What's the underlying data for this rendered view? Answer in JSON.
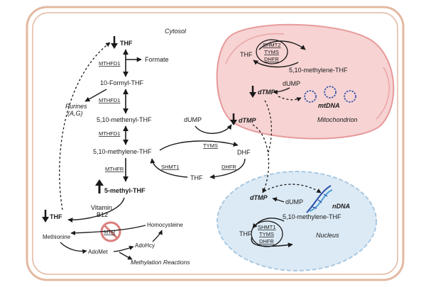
{
  "compartments": {
    "cytosol": "Cytosol",
    "mitochondrion": "Mitochondrion",
    "nucleus": "Nucleus"
  },
  "cytosol": {
    "thf_top": "THF",
    "formate": "Formate",
    "enz_mthfd1_a": "MTHFD1",
    "formyl_thf": "10-Formyl-THF",
    "purines_line1": "Purines",
    "purines_line2": "(A,G)",
    "enz_mthfd1_b": "MTHFD1",
    "methenyl_thf": "5,10-methenyl-THF",
    "enz_mthfd1_c": "MTHFD1",
    "methylene_thf": "5,10-methylene-THF",
    "enz_mthfr": "MTHFR",
    "methyl_thf": "5-methyl-THF",
    "vitamin": "Vitamin",
    "b12": "B12",
    "thf_left": "THF",
    "enz_mtr": "MTR",
    "methionine": "Methionine",
    "homocysteine": "Homocysteine",
    "adohcy": "AdoHcy",
    "adomet": "AdoMet",
    "methylation": "Methylation Reactions",
    "dump": "dUMP",
    "dtmp": "dTMP",
    "enz_tyms": "TYMS",
    "dhf": "DHF",
    "enz_shmt1": "SHMT1",
    "enz_dhfr": "DHFR",
    "thf_cycle": "THF"
  },
  "mito": {
    "thf": "THF",
    "enzymes": [
      "SHMT2",
      "TYMS",
      "DHFR"
    ],
    "methylene_thf": "5,10-methylene-THF",
    "dump": "dUMP",
    "dtmp": "dTMP",
    "mtdna": "mtDNA"
  },
  "nucleus": {
    "dtmp": "dTMP",
    "dump": "dUMP",
    "ndna": "nDNA",
    "methylene_thf": "5,10-methylene-THF",
    "thf": "THF",
    "enzymes": [
      "SHMT1",
      "TYMS",
      "DHFR"
    ]
  },
  "colors": {
    "cell_border": "#e3b9a2",
    "mito_fill": "#f7d3d3",
    "mito_border": "#e79a9a",
    "nucleus_fill": "#dceaf5",
    "nucleus_border": "#a9c8e2",
    "dna_blue": "#2b4fa8",
    "inhibit_red": "#d9807e"
  }
}
